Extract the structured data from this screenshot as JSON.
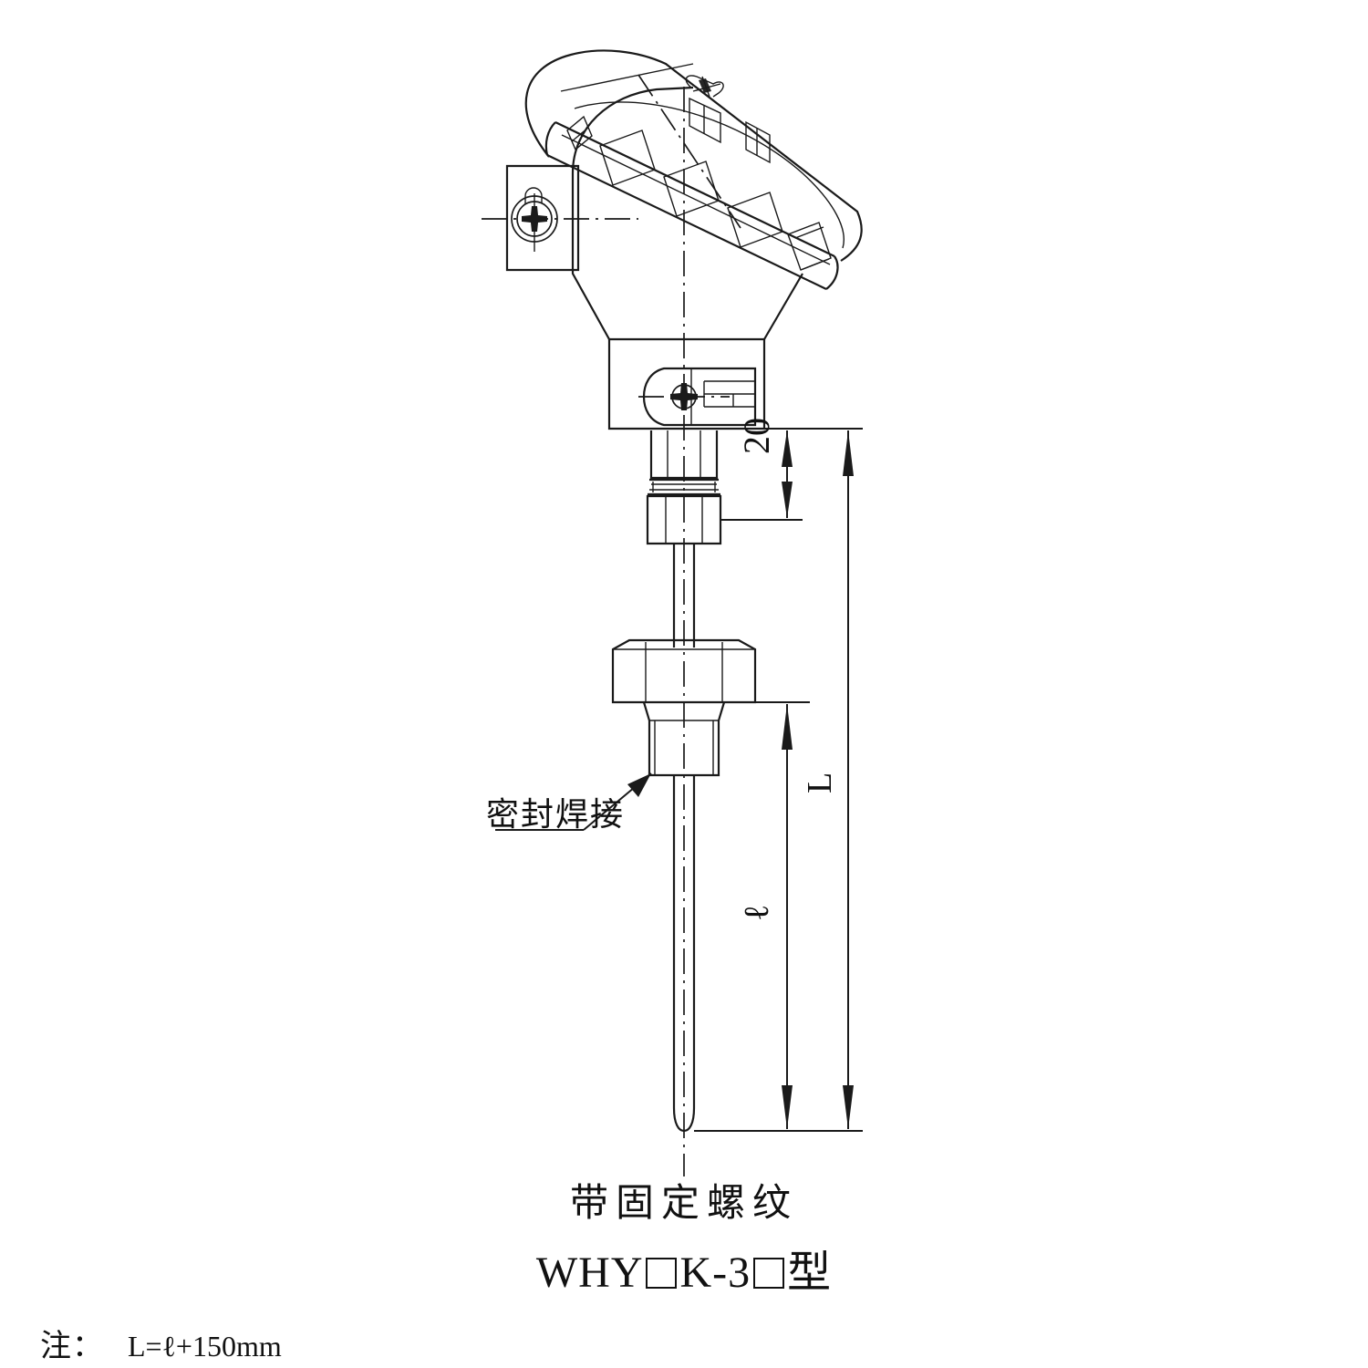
{
  "drawing": {
    "type": "engineering-drawing",
    "subject": "thermocouple-with-fixed-thread",
    "background_color": "#ffffff",
    "line_color": "#1a1a1a"
  },
  "annotations": {
    "seal_weld": "密封焊接"
  },
  "dimensions": {
    "insertion_offset": "20",
    "total_length_symbol": "L",
    "insertion_length_symbol": "ℓ"
  },
  "title": {
    "chinese": "带固定螺纹",
    "model_prefix": "WHY",
    "model_middle": "K-3",
    "model_suffix": "型",
    "box_placeholder": ""
  },
  "note": {
    "label": "注：",
    "value": "L=ℓ+150mm"
  }
}
